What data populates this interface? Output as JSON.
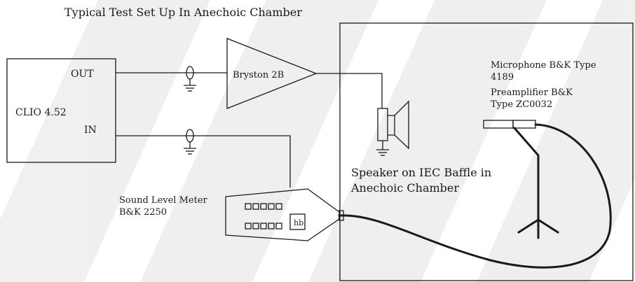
{
  "diagram": {
    "title": "Typical Test Set Up In Anechoic Chamber",
    "clio": {
      "name": "CLIO 4.52",
      "out": "OUT",
      "in": "IN"
    },
    "amplifier": "Bryston 2B",
    "microphone": {
      "line1": "Microphone B&K Type",
      "line2": "4189"
    },
    "preamplifier": {
      "line1": "Preamplifier B&K",
      "line2": "Type ZC0032"
    },
    "speaker": {
      "line1": "Speaker on IEC Baffle in",
      "line2": "Anechoic Chamber"
    },
    "meter": {
      "line1": "Sound Level Meter",
      "line2": "B&K 2250",
      "logo": "hb"
    }
  }
}
